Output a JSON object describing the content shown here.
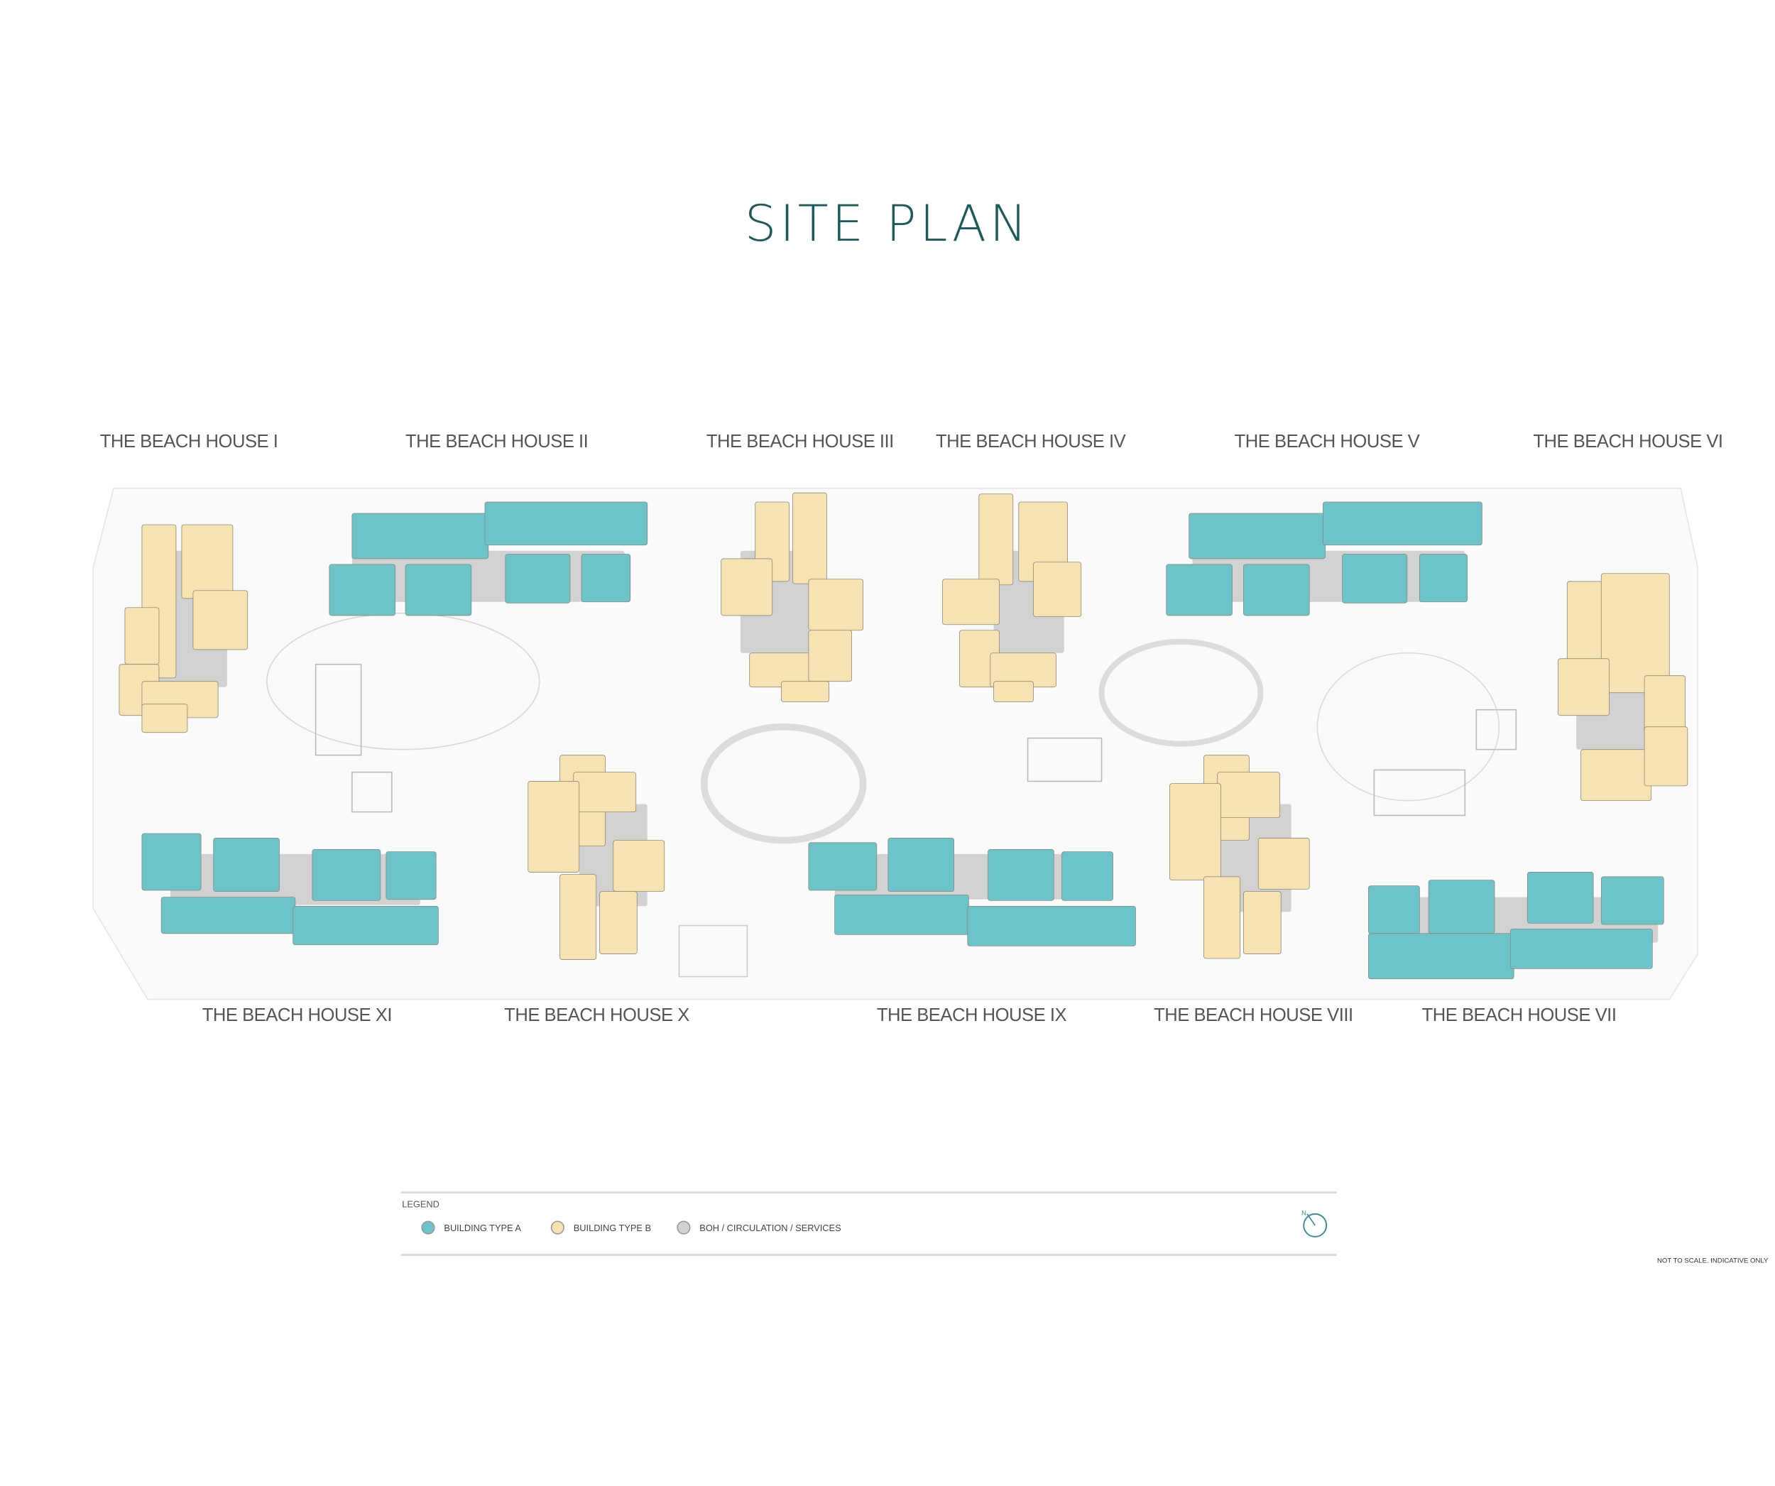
{
  "title": "SITE PLAN",
  "buildings_top": [
    "THE BEACH HOUSE I",
    "THE BEACH HOUSE II",
    "THE BEACH HOUSE III",
    "THE BEACH HOUSE IV",
    "THE BEACH HOUSE V",
    "THE BEACH HOUSE VI"
  ],
  "buildings_bottom": [
    "THE BEACH HOUSE XI",
    "THE BEACH HOUSE X",
    "THE BEACH HOUSE IX",
    "THE BEACH HOUSE VIII",
    "THE BEACH HOUSE VII"
  ],
  "legend": {
    "title": "LEGEND",
    "items": [
      {
        "label": "BUILDING TYPE A",
        "color": "#6cc4ca"
      },
      {
        "label": "BUILDING TYPE B",
        "color": "#f7e2b2"
      },
      {
        "label": "BOH / CIRCULATION / SERVICES",
        "color": "#d2d2d2"
      }
    ],
    "north": "N"
  },
  "note": "NOT TO SCALE. INDICATIVE ONLY",
  "colors": {
    "title": "#1d5a5c",
    "type_a": "#6cc4ca",
    "type_b": "#f7e2b2",
    "boh": "#d2d2d2"
  }
}
